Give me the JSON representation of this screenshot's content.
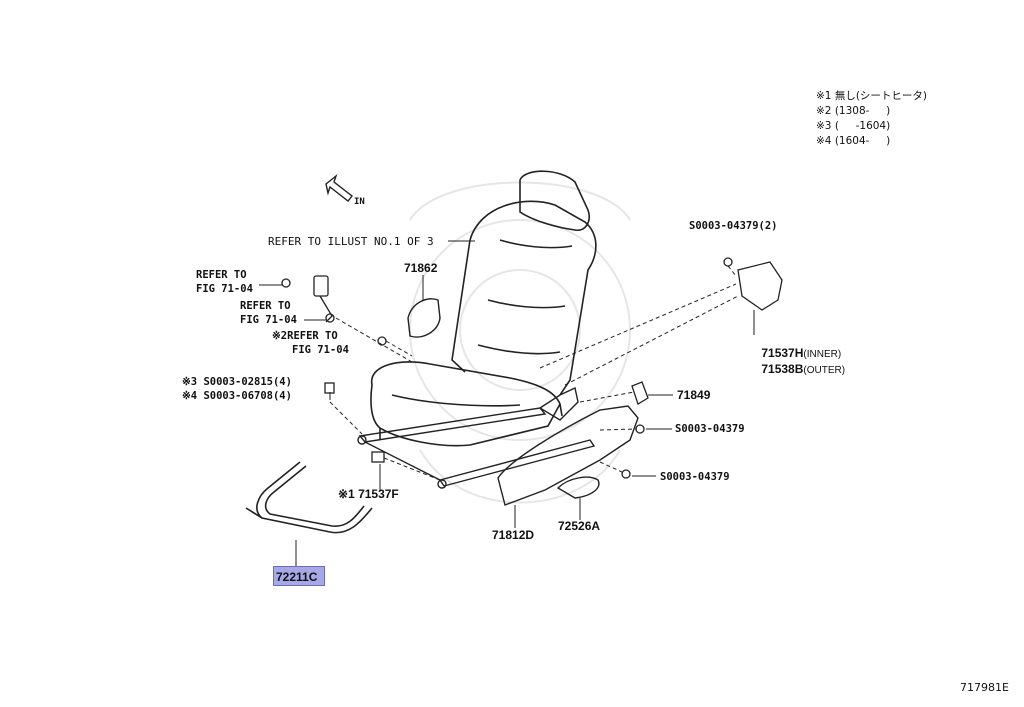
{
  "notes": {
    "n1": "※1 無し(シートヒータ)",
    "n2": "※2 (1308-     )",
    "n3": "※3 (     -1604)",
    "n4": "※4 (1604-     )"
  },
  "direction": "IN",
  "labels": {
    "refer_illust": "REFER TO ILLUST NO.1 OF 3",
    "refer1_a": "REFER TO",
    "refer1_b": "FIG 71-04",
    "refer2_a": "REFER TO",
    "refer2_b": "FIG 71-04",
    "refer3_a": "※2REFER TO",
    "refer3_b": "FIG 71-04",
    "bolt_a": "※3 S0003-02815(4)",
    "bolt_b": "※4 S0003-06708(4)",
    "screw_top": "S0003-04379(2)",
    "screw_mid": "S0003-04379",
    "screw_low": "S0003-04379"
  },
  "parts": {
    "p71862": "71862",
    "p71537H": "71537H",
    "p71537H_suffix": "(INNER)",
    "p71538B": "71538B",
    "p71538B_suffix": "(OUTER)",
    "p71849": "71849",
    "p71537F": "※1 71537F",
    "p71812D": "71812D",
    "p72526A": "72526A",
    "p72211C": "72211C"
  },
  "figure_id": "717981E"
}
